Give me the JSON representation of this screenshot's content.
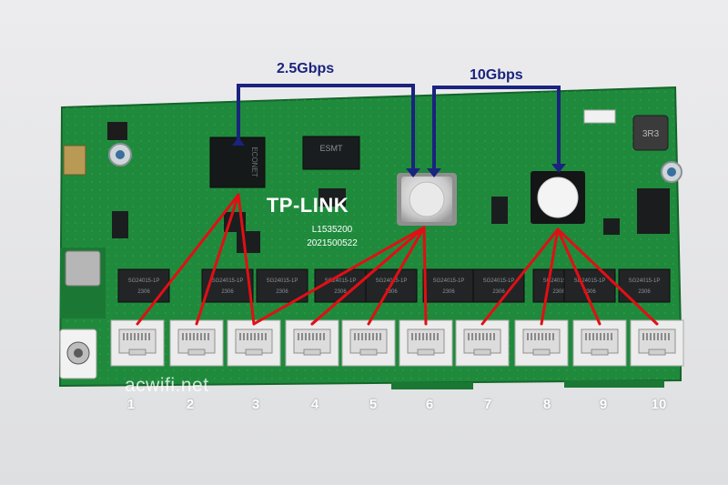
{
  "annotations": {
    "speed_left": "2.5Gbps",
    "speed_right": "10Gbps",
    "arrow_color": "#1a237e",
    "link_color": "#e10f14"
  },
  "board": {
    "brand": "TP-LINK",
    "model": "L1535200",
    "serial": "2021500522",
    "chip_left_marking": "ECONET",
    "chip_top_marking": "ESMT",
    "inductor_marking": "3R3",
    "transformer_marking": "SG24015-1P",
    "transformer_code": "2306",
    "pcb_color": "#1f8a3c"
  },
  "ports": [
    "1",
    "2",
    "3",
    "4",
    "5",
    "6",
    "7",
    "8",
    "9",
    "10"
  ],
  "watermark": "acwifi.net"
}
